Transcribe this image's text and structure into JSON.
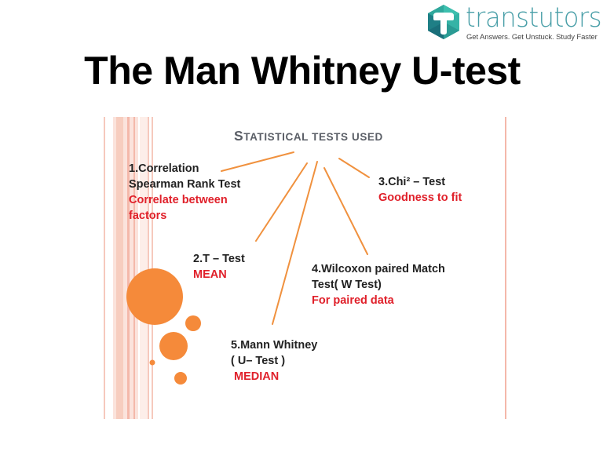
{
  "logo": {
    "brand": "transtutors",
    "tagline": "Get Answers. Get Unstuck. Study Faster",
    "colors": {
      "teal": "#4a9fa8",
      "hex_dark": "#1f7a7a",
      "hex_light": "#3cc2b4"
    }
  },
  "title": "The Man Whitney U-test",
  "slide": {
    "heading_first": "S",
    "heading_rest1": "TATISTICAL TESTS USED",
    "items": [
      {
        "lines": [
          "1.Correlation",
          "Spearman Rank Test"
        ],
        "note_lines": [
          "Correlate between",
          "factors"
        ]
      },
      {
        "lines": [
          "2.T – Test"
        ],
        "note_lines": [
          "MEAN"
        ]
      },
      {
        "lines": [
          "3.Chi² – Test"
        ],
        "note_lines": [
          "Goodness to fit"
        ]
      },
      {
        "lines": [
          "4.Wilcoxon paired Match",
          "Test( W Test)"
        ],
        "note_lines": [
          "For paired data"
        ]
      },
      {
        "lines": [
          "5.Mann Whitney",
          "( U– Test )"
        ],
        "note_lines": [
          " MEDIAN"
        ]
      }
    ],
    "colors": {
      "accent_orange": "#f58a3a",
      "stripe_pink": "#f4b8aa",
      "note_red": "#e0202a"
    }
  }
}
